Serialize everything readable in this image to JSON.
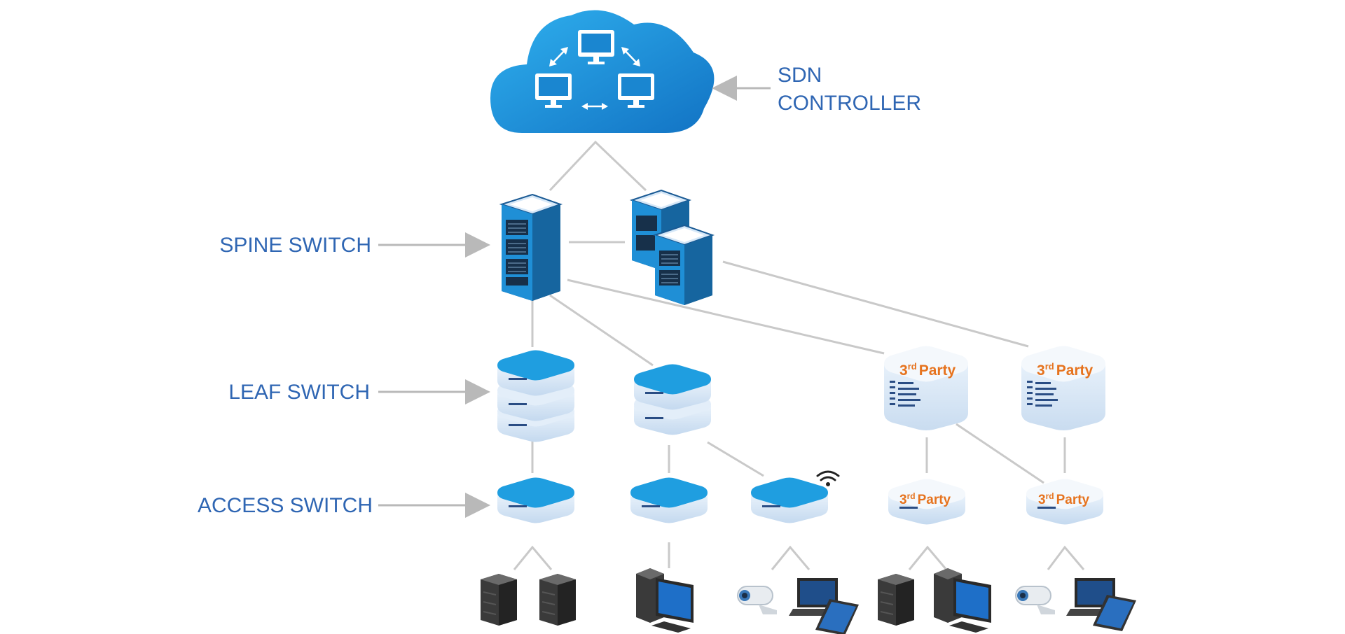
{
  "labels": {
    "sdn_line1": "SDN",
    "sdn_line2": "CONTROLLER",
    "spine": "SPINE SWITCH",
    "leaf": "LEAF SWITCH",
    "access": "ACCESS SWITCH"
  },
  "third_party": {
    "number": "3",
    "sup": "rd",
    "word": "Party"
  },
  "colors": {
    "label_blue": "#2f66b3",
    "cloud_blue": "#1e96dc",
    "switch_blue": "#1f9ee0",
    "third_party_orange": "#e6731e",
    "connector_gray": "#c9c9c9"
  }
}
